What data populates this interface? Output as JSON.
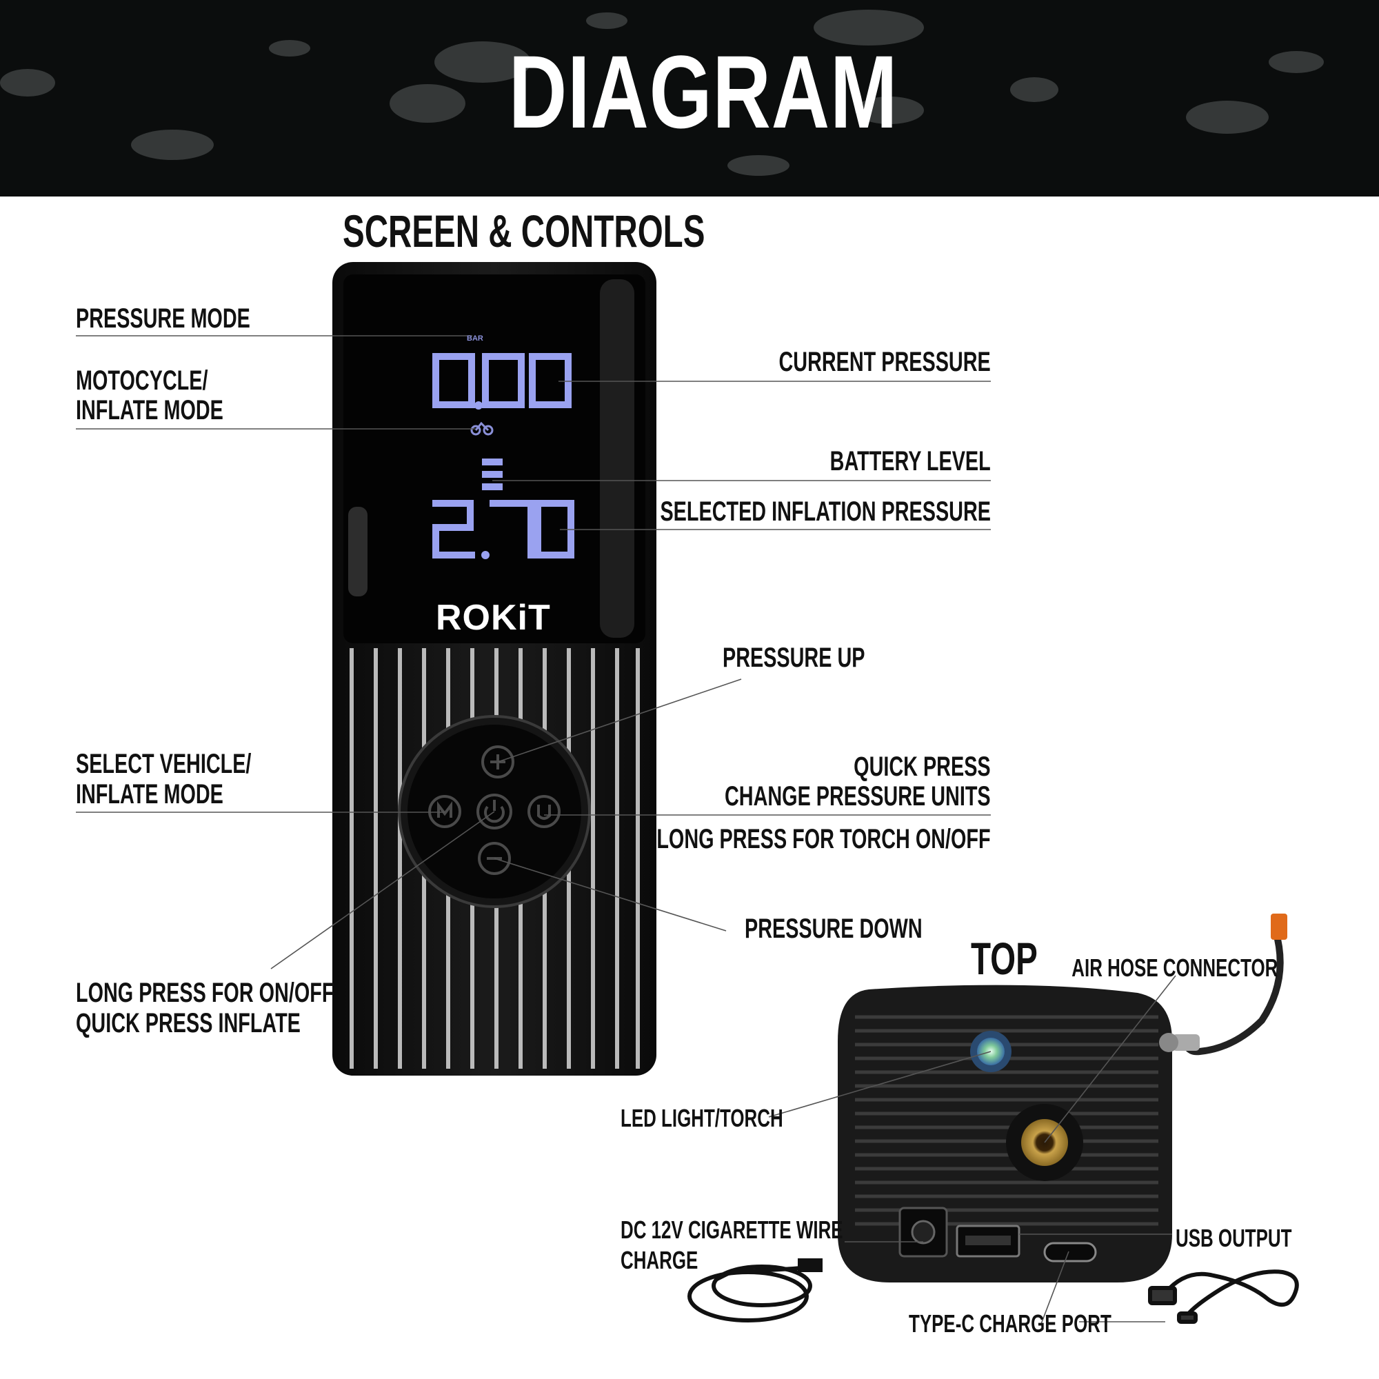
{
  "header": {
    "title": "DIAGRAM"
  },
  "section_screen": {
    "title": "SCREEN & CONTROLS"
  },
  "section_top": {
    "title": "TOP"
  },
  "device": {
    "brand": "ROKiT",
    "unit_indicator": "BAR",
    "current_reading": "0.00",
    "selected_reading": "2.70"
  },
  "labels": {
    "pressure_mode": "PRESSURE MODE",
    "motorcycle_mode_line1": "MOTOCYCLE/",
    "motorcycle_mode_line2": "INFLATE MODE",
    "current_pressure": "CURRENT PRESSURE",
    "battery_level": "BATTERY LEVEL",
    "selected_pressure": "SELECTED INFLATION PRESSURE",
    "pressure_up": "PRESSURE UP",
    "select_vehicle_line1": "SELECT VEHICLE/",
    "select_vehicle_line2": "INFLATE MODE",
    "quick_press_line1": "QUICK PRESS",
    "quick_press_line2": "CHANGE PRESSURE UNITS",
    "long_press_torch": "LONG PRESS FOR TORCH ON/OFF",
    "pressure_down": "PRESSURE DOWN",
    "long_press_power_line1": "LONG PRESS FOR ON/OFF",
    "long_press_power_line2": "QUICK PRESS INFLATE",
    "air_hose": "AIR HOSE CONNECTOR",
    "led_light": "LED LIGHT/TORCH",
    "dc_charge_line1": "DC 12V CIGARETTE WIRE",
    "dc_charge_line2": "CHARGE",
    "usb_output": "USB OUTPUT",
    "type_c": "TYPE-C CHARGE PORT"
  },
  "icons": [
    "plus-icon",
    "minus-icon",
    "power-icon",
    "mode-m-icon",
    "unit-u-icon",
    "motorcycle-icon",
    "battery-level-icon",
    "air-hose-icon",
    "cigarette-cable-icon",
    "usb-cable-icon"
  ]
}
